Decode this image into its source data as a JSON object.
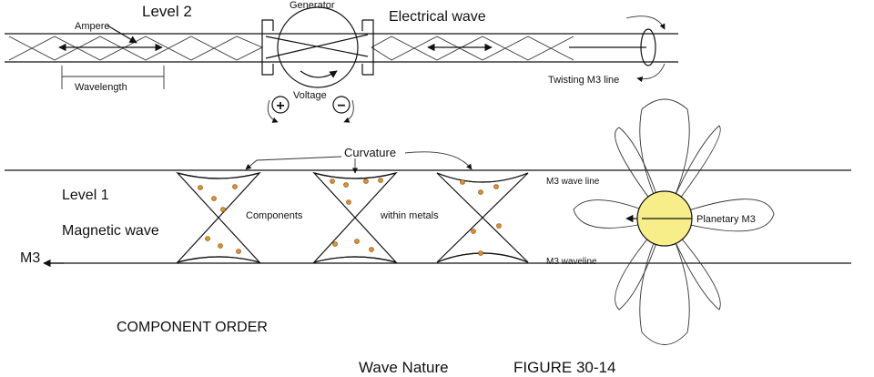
{
  "level2": {
    "level_label": "Level 2",
    "ampere_label": "Ampere",
    "wavelength_label": "Wavelength",
    "generator_label": "Generator",
    "voltage_label": "Voltage",
    "electrical_wave_label": "Electrical wave",
    "twisting_label": "Twisting M3 line",
    "plus_symbol": "+",
    "minus_symbol": "−"
  },
  "level1": {
    "level_label": "Level 1",
    "magnetic_wave_label": "Magnetic wave",
    "m3_label": "M3",
    "curvature_label": "Curvature",
    "components_label": "Components",
    "within_metals_label": "within metals",
    "m3_waveline_top": "M3 wave line",
    "m3_waveline_bottom": "M3 waveline",
    "planetary_label": "Planetary M3",
    "planet_color": "#f7ee8a"
  },
  "component_order_label": "COMPONENT ORDER",
  "caption": {
    "wave_nature": "Wave Nature",
    "figure": "FIGURE  30-14"
  }
}
